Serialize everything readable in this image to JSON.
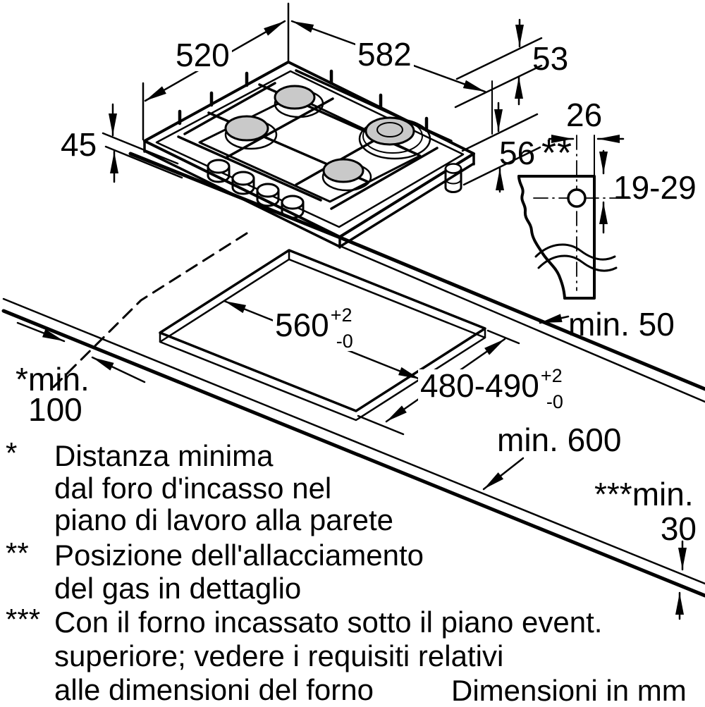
{
  "drawing": {
    "dimensions": {
      "appliance_width": "582",
      "appliance_depth": "520",
      "rear_edge_offset": "53",
      "height_above_worktop": "45",
      "installation_depth": "56",
      "gas_connection_offset": "26",
      "gas_connection_depth": "19-29",
      "gas_position_marker": "**",
      "cutout_width": {
        "value": "560",
        "tol_plus": "+2",
        "tol_minus": "-0"
      },
      "cutout_depth": {
        "value": "480-490",
        "tol_plus": "+2",
        "tol_minus": "-0"
      },
      "min_rear_clearance": "min. 50",
      "min_side_clearance_line1": "*min.",
      "min_side_clearance_line2": "100",
      "min_worktop_depth": "min. 600",
      "min_oven_gap_line1": "***min.",
      "min_oven_gap_line2": "30"
    },
    "footnotes": [
      {
        "marker": "*",
        "lines": [
          "Distanza minima",
          "dal foro d'incasso nel",
          "piano di lavoro alla parete"
        ]
      },
      {
        "marker": "**",
        "lines": [
          "Posizione dell'allacciamento",
          "del gas in dettaglio"
        ]
      },
      {
        "marker": "***",
        "lines": [
          "Con il forno incassato sotto il piano event.",
          "superiore; vedere i requisiti relativi",
          "alle dimensioni del forno"
        ]
      }
    ],
    "units_note": "Dimensioni in mm",
    "colors": {
      "line": "#000000",
      "burner_cap": "#c9c9c9",
      "background": "#ffffff"
    }
  }
}
